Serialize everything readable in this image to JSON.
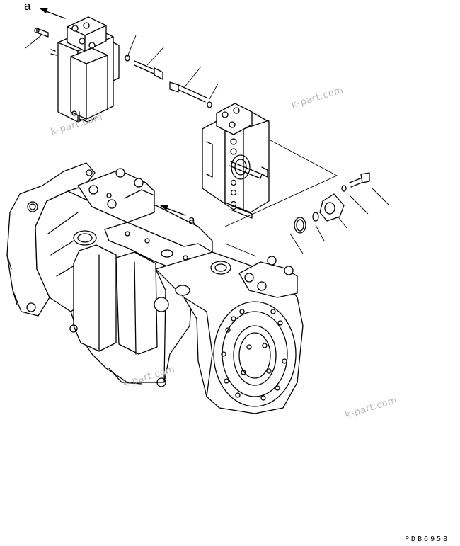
{
  "labels": {
    "ref_a_top": "a",
    "ref_a_middle": "a"
  },
  "watermarks": [
    "k-part.com",
    "k-part.com",
    "k-part.com",
    "k-part.com"
  ],
  "drawing_code": "PDB6958",
  "icons": {
    "arrow": "arrow-icon"
  }
}
